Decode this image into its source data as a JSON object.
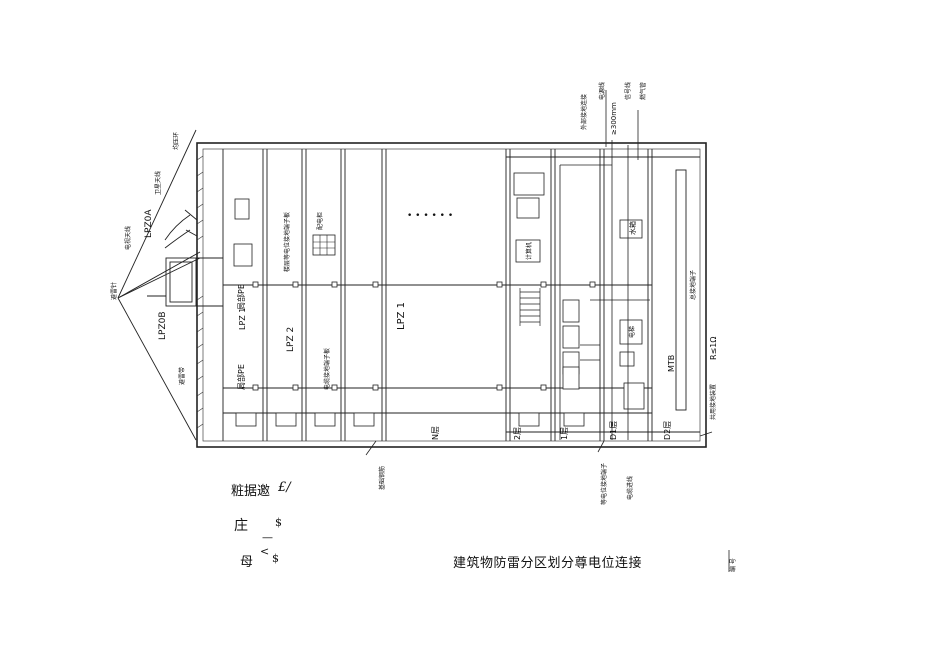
{
  "caption": "建筑物防雷分区划分尊电位连接",
  "notes": {
    "note1": "粧据邀",
    "note1_frag": "£/",
    "note2": "庄",
    "note3": "母",
    "frag_a": "$",
    "frag_b": "—",
    "frag_c": "<",
    "frag_d": "$"
  },
  "zones": {
    "lpz0a": "LPZ0A",
    "lpz0b": "LPZ0B",
    "lpz1": "LPZ 1",
    "lpz2": "LPZ 2",
    "lpz1_small": "LPZ 1",
    "n_floor": "N层",
    "floor2": "2层",
    "floor1": "1层",
    "d1": "D1层",
    "d2": "D2层",
    "ellipsis": "• • • • • •"
  },
  "labels": {
    "lightning_rod": "避雷针",
    "radio_antenna": "电视天线",
    "sat_antenna": "卫星天线",
    "downlead": "避雷带",
    "roof_ring": "均压环",
    "pe1": "局部PE",
    "pe2": "局部PE",
    "power_bar": "电缆接地端子板",
    "ring_bar": "楼层等电位接地端子板",
    "distrib": "配电柜",
    "bus_bar": "总接地端子",
    "mtb": "MTB",
    "resist": "R≤1Ω",
    "gnd_device": "共用接地装置",
    "cable_in": "电缆进线",
    "water": "水箱",
    "computer": "计算机",
    "elevator": "电梯",
    "pipe_top": "电源线",
    "pipe_mid": "信号线",
    "pipe_gas": "燃气管",
    "pipe_dim": "≥300mm",
    "ext_gnd": "外部接地连接",
    "gnd_bar2": "等电位接地端子",
    "steel": "基础钢筋",
    "side_mark": "编 号"
  }
}
